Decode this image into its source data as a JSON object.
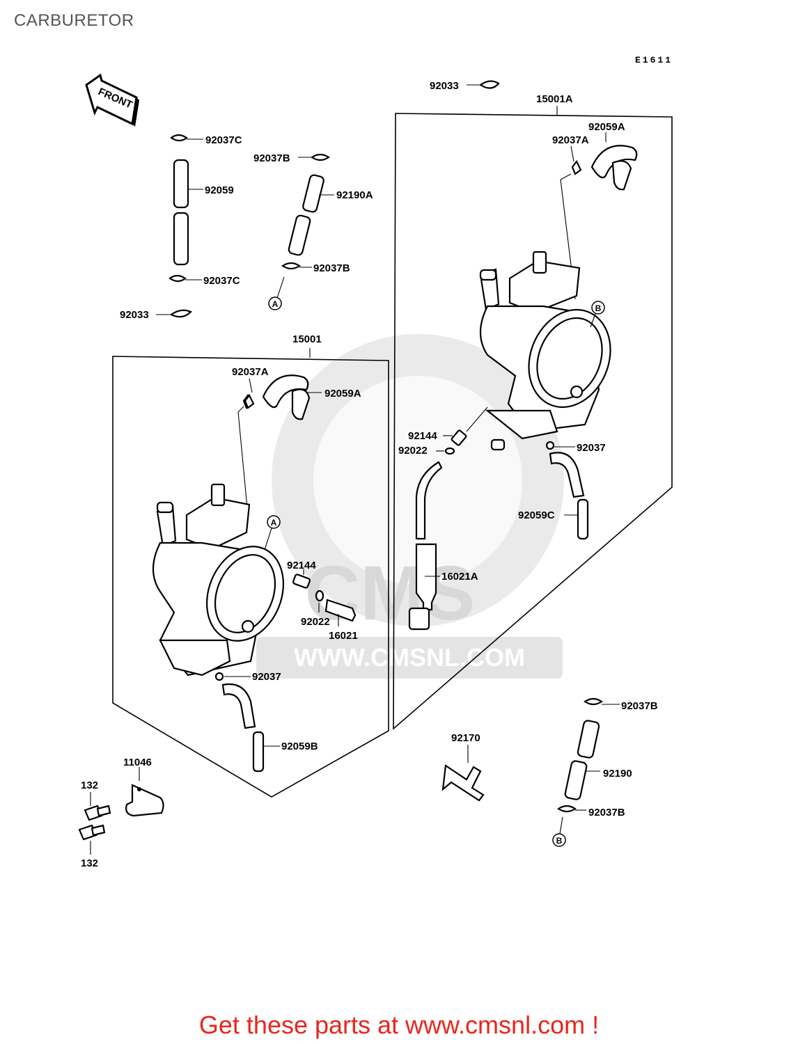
{
  "page_title": "CARBURETOR",
  "figure_code": "E1611",
  "front_arrow_label": "FRONT",
  "watermark_text": "WWW.CMSNL.COM",
  "watermark_logo": "CMS",
  "footer_text": "Get these parts at www.cmsnl.com !",
  "colors": {
    "footer": "#e8261c",
    "title": "#555555",
    "watermark": "#d8d8d8"
  },
  "callouts": {
    "ref_a": "A",
    "ref_b": "B"
  },
  "labels": {
    "p92033_top": "92033",
    "p15001A": "15001A",
    "p92059A_r": "92059A",
    "p92037A_r": "92037A",
    "p92037C_top": "92037C",
    "p92037B_top": "92037B",
    "p92059": "92059",
    "p92190A": "92190A",
    "p92037B_mid": "92037B",
    "p92037C_bot": "92037C",
    "p92033_left": "92033",
    "p15001": "15001",
    "p92037A_l": "92037A",
    "p92059A_l": "92059A",
    "p92144_r": "92144",
    "p92022_r": "92022",
    "p92037_r": "92037",
    "p92059C": "92059C",
    "p16021A": "16021A",
    "p92144_l": "92144",
    "p92022_l": "92022",
    "p16021": "16021",
    "p92037_l": "92037",
    "p92059B": "92059B",
    "p92037B_br": "92037B",
    "p92170": "92170",
    "p92190": "92190",
    "p92037B_bot": "92037B",
    "p11046": "11046",
    "p132_top": "132",
    "p132_bot": "132"
  }
}
